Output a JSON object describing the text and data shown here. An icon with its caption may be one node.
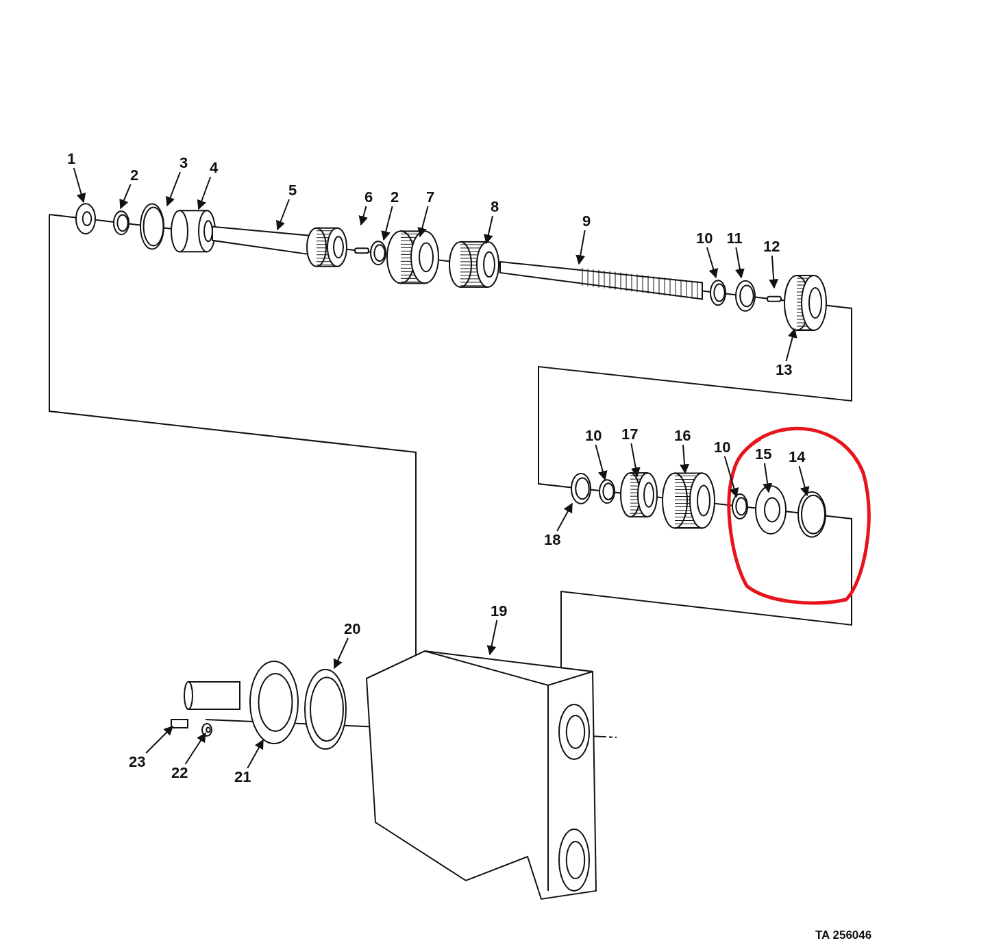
{
  "diagram": {
    "nodes": [
      {
        "text": [
          "1"
        ]
      },
      {
        "text": [
          "2"
        ]
      },
      {
        "text": [
          "3"
        ]
      },
      {
        "text": [
          "4"
        ]
      },
      {
        "text": [
          "5"
        ]
      },
      {
        "text": [
          "6"
        ]
      },
      {
        "text": [
          "2"
        ]
      },
      {
        "text": [
          "7"
        ]
      },
      {
        "text": [
          "8"
        ]
      },
      {
        "text": [
          "9"
        ]
      },
      {
        "text": [
          "10"
        ]
      },
      {
        "text": [
          "11"
        ]
      },
      {
        "text": [
          "12"
        ]
      },
      {
        "text": [
          "13"
        ]
      },
      {
        "text": [
          "10"
        ]
      },
      {
        "text": [
          "17"
        ]
      },
      {
        "text": [
          "16"
        ]
      },
      {
        "text": [
          "10"
        ]
      },
      {
        "text": [
          "15"
        ]
      },
      {
        "text": [
          "14"
        ]
      },
      {
        "text": [
          "18"
        ]
      },
      {
        "text": [
          "19"
        ]
      },
      {
        "text": [
          "20"
        ]
      },
      {
        "text": [
          "23"
        ]
      },
      {
        "text": [
          "22"
        ]
      },
      {
        "text": [
          "21"
        ]
      }
    ],
    "edges": [
      {
        "from": 0,
        "to": null,
        "arrow": "to"
      },
      {
        "from": 1,
        "to": null,
        "arrow": "to"
      },
      {
        "from": 2,
        "to": null,
        "arrow": "to"
      },
      {
        "from": 3,
        "to": null,
        "arrow": "to"
      },
      {
        "from": 4,
        "to": null,
        "arrow": "to"
      },
      {
        "from": 5,
        "to": null,
        "arrow": "to"
      },
      {
        "from": 6,
        "to": null,
        "arrow": "to"
      },
      {
        "from": 7,
        "to": null,
        "arrow": "to"
      },
      {
        "from": 8,
        "to": null,
        "arrow": "to"
      },
      {
        "from": 9,
        "to": null,
        "arrow": "to"
      },
      {
        "from": 10,
        "to": null,
        "arrow": "to"
      },
      {
        "from": 11,
        "to": null,
        "arrow": "to"
      },
      {
        "from": 12,
        "to": null,
        "arrow": "to"
      },
      {
        "from": 13,
        "to": null,
        "arrow": "to"
      },
      {
        "from": 14,
        "to": null,
        "arrow": "to"
      },
      {
        "from": 15,
        "to": null,
        "arrow": "to"
      },
      {
        "from": 16,
        "to": null,
        "arrow": "to"
      },
      {
        "from": 17,
        "to": null,
        "arrow": "to"
      },
      {
        "from": 18,
        "to": null,
        "arrow": "to"
      },
      {
        "from": 19,
        "to": null,
        "arrow": "to"
      },
      {
        "from": 20,
        "to": null,
        "arrow": "to"
      },
      {
        "from": 21,
        "to": null,
        "arrow": "to"
      },
      {
        "from": 22,
        "to": null,
        "arrow": "to"
      },
      {
        "from": 23,
        "to": null,
        "arrow": "to"
      },
      {
        "from": 24,
        "to": null,
        "arrow": "to"
      },
      {
        "from": 25,
        "to": null,
        "arrow": "to"
      }
    ],
    "labels": [
      "TA 256046"
    ]
  }
}
